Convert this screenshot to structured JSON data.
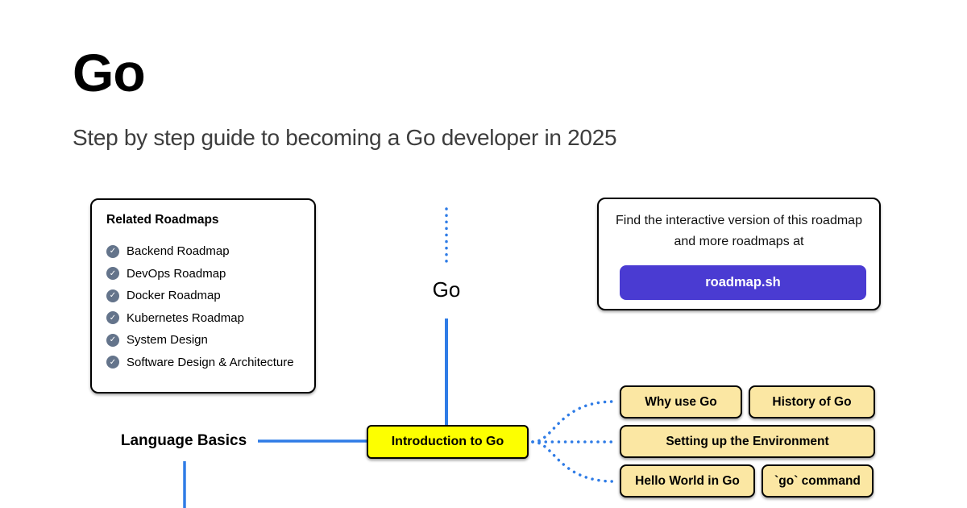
{
  "page": {
    "title": "Go",
    "subtitle": "Step by step guide to becoming a Go developer in 2025"
  },
  "related_roadmaps": {
    "title": "Related Roadmaps",
    "check_glyph": "✓",
    "items": [
      "Backend Roadmap",
      "DevOps Roadmap",
      "Docker Roadmap",
      "Kubernetes Roadmap",
      "System Design",
      "Software Design & Architecture"
    ]
  },
  "interactive_banner": {
    "line1": "Find the interactive version of this roadmap",
    "line2": "and more roadmaps at",
    "button_label": "roadmap.sh"
  },
  "roadmap": {
    "root_label": "Go",
    "branch_label": "Language Basics",
    "main_topic": "Introduction to Go",
    "subtopics": [
      "Why use Go",
      "History of Go",
      "Setting up the Environment",
      "Hello World in Go",
      "`go` command"
    ]
  },
  "colors": {
    "line_blue": "#2f7ce6",
    "topic_yellow": "#fdff00",
    "subtopic_tan": "#fbe7a3",
    "brand_purple": "#4a3bd2",
    "check_gray": "#64748b"
  }
}
